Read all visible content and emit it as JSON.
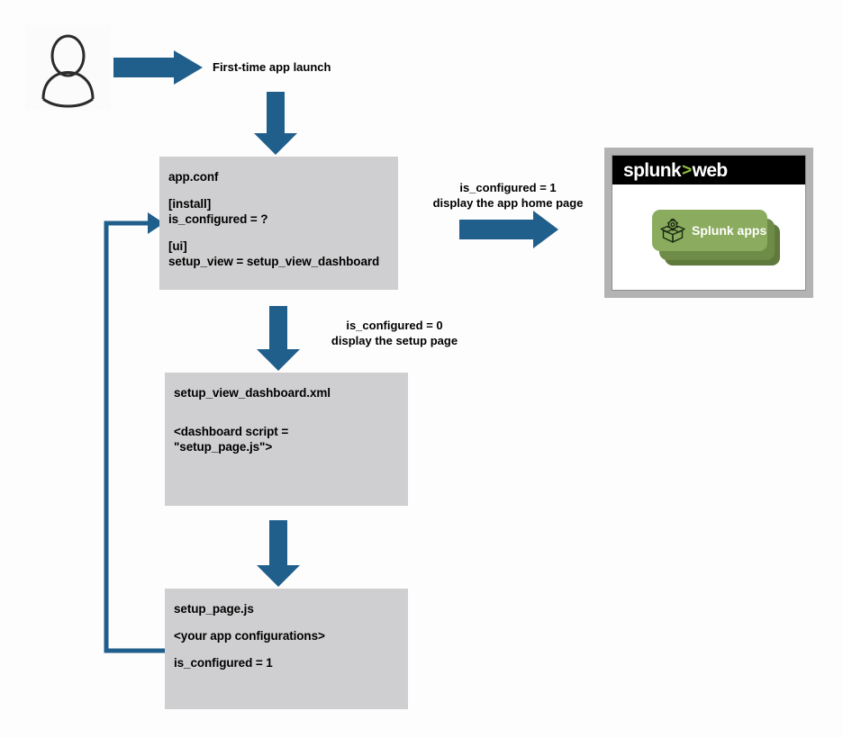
{
  "diagram": {
    "title": "Splunk app first-time setup flow",
    "colors": {
      "arrow": "#205E8C",
      "box_fill": "#CFCFD1",
      "panel_border": "#B3B3B3",
      "splunk_green": "#8FBF3F",
      "card_green": "#8BAB5E",
      "background": "#FDFDFD"
    },
    "actor": {
      "icon": "person-icon",
      "label": ""
    },
    "edges": {
      "launch": "First-time app launch",
      "configured_1": "is_configured = 1\ndisplay the app home page",
      "configured_0": "is_configured = 0\ndisplay the setup page"
    },
    "nodes": {
      "app_conf": {
        "title": "app.conf",
        "lines": [
          "[install]",
          "is_configured = ?"
        ],
        "lines2": [
          "[ui]",
          "setup_view = setup_view_dashboard"
        ]
      },
      "setup_view_dashboard": {
        "title": "setup_view_dashboard.xml",
        "lines": [
          "<dashboard script =",
          "\"setup_page.js\">"
        ]
      },
      "setup_page": {
        "title": "setup_page.js",
        "lines": [
          "<your app configurations>"
        ],
        "lines2": [
          "is_configured = 1"
        ]
      }
    },
    "splunk_panel": {
      "brand_first": "splunk",
      "brand_chevron": ">",
      "brand_second": "web",
      "app_card_label": "Splunk apps",
      "app_card_icon": "app-box-gear-icon"
    }
  }
}
